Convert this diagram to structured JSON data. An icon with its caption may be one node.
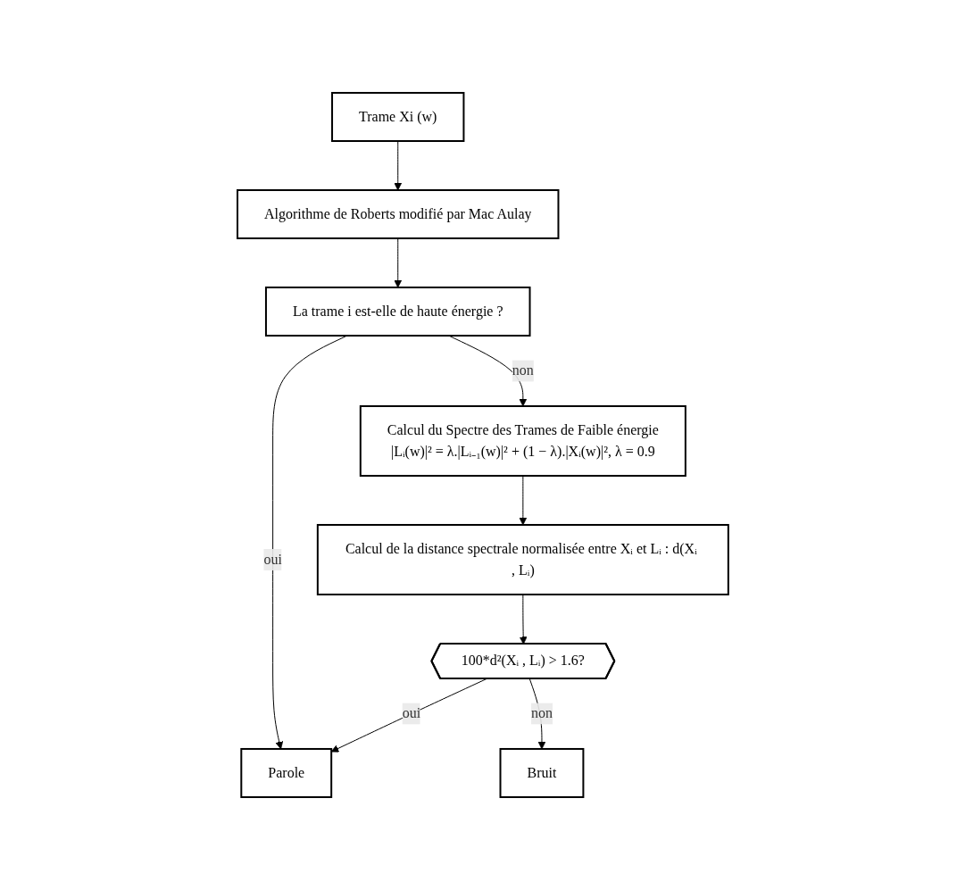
{
  "diagram": {
    "nodes": [
      {
        "text": [
          "Trame Xi (w)"
        ]
      },
      {
        "text": [
          "Algorithme de Roberts modifié par Mac Aulay"
        ]
      },
      {
        "text": [
          "La trame i est-elle de haute énergie ?"
        ]
      },
      {
        "text": [
          "Calcul du Spectre des Trames de Faible énergie",
          "|Lᵢ(w)|² = λ.|Lᵢ₋₁(w)|² + (1 − λ).|Xᵢ(w)|², λ = 0.9"
        ]
      },
      {
        "text": [
          "Calcul de la distance spectrale normalisée entre Xᵢ et Lᵢ : d(Xᵢ , Lᵢ)"
        ]
      },
      {
        "text": [
          "100*d²(Xᵢ , Lᵢ) > 1.6?"
        ]
      },
      {
        "text": [
          "Parole"
        ]
      },
      {
        "text": [
          "Bruit"
        ]
      }
    ],
    "edges": [
      {
        "from": 0,
        "to": 1,
        "arrow": "to"
      },
      {
        "from": 1,
        "to": 2,
        "arrow": "to"
      },
      {
        "from": 2,
        "to": 6,
        "arrow": "to",
        "label": "oui"
      },
      {
        "from": 2,
        "to": 3,
        "arrow": "to",
        "label": "non"
      },
      {
        "from": 3,
        "to": 4,
        "arrow": "to"
      },
      {
        "from": 4,
        "to": 5,
        "arrow": "to"
      },
      {
        "from": 5,
        "to": 6,
        "arrow": "to",
        "label": "oui"
      },
      {
        "from": 5,
        "to": 7,
        "arrow": "to",
        "label": "non"
      }
    ]
  }
}
